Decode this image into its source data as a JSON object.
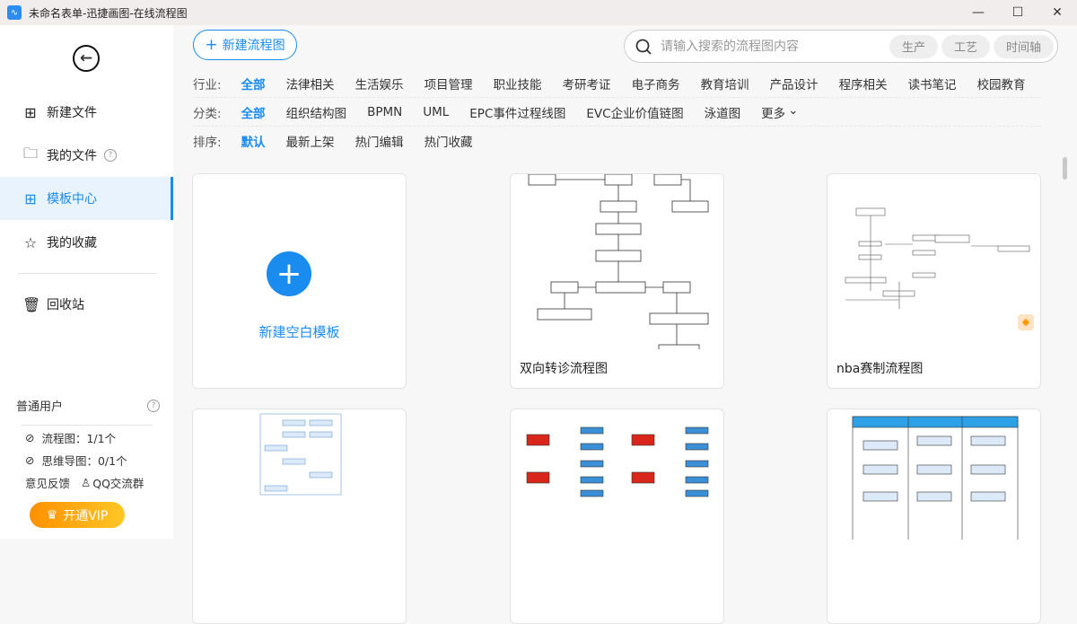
{
  "window": {
    "title": "未命名表单-迅捷画图-在线流程图",
    "minimize": "—",
    "maximize": "☐",
    "close": "✕"
  },
  "sidebar": {
    "items": [
      {
        "label": "新建文件",
        "icon": "plus-square-icon"
      },
      {
        "label": "我的文件",
        "icon": "folder-icon"
      },
      {
        "label": "模板中心",
        "icon": "grid-icon"
      },
      {
        "label": "我的收藏",
        "icon": "star-icon"
      },
      {
        "label": "回收站",
        "icon": "trash-icon"
      }
    ],
    "user_type": "普通用户",
    "quota_flow": "流程图：1/1个",
    "quota_mind": "思维导图：0/1个",
    "feedback": "意见反馈",
    "qq_group": "QQ交流群",
    "vip": "开通VIP"
  },
  "toolbar": {
    "new_label": "新建流程图",
    "search_placeholder": "请输入搜索的流程图内容",
    "chips": [
      "生产",
      "工艺",
      "时间轴"
    ]
  },
  "filters": {
    "industry_label": "行业:",
    "industry": [
      "全部",
      "法律相关",
      "生活娱乐",
      "项目管理",
      "职业技能",
      "考研考证",
      "电子商务",
      "教育培训",
      "产品设计",
      "程序相关",
      "读书笔记",
      "校园教育"
    ],
    "category_label": "分类:",
    "category": [
      "全部",
      "组织结构图",
      "BPMN",
      "UML",
      "EPC事件过程线图",
      "EVC企业价值链图",
      "泳道图",
      "更多"
    ],
    "sort_label": "排序:",
    "sort": [
      "默认",
      "最新上架",
      "热门编辑",
      "热门收藏"
    ]
  },
  "cards": {
    "blank": "新建空白模板",
    "t1": "双向转诊流程图",
    "t2": "nba赛制流程图"
  }
}
